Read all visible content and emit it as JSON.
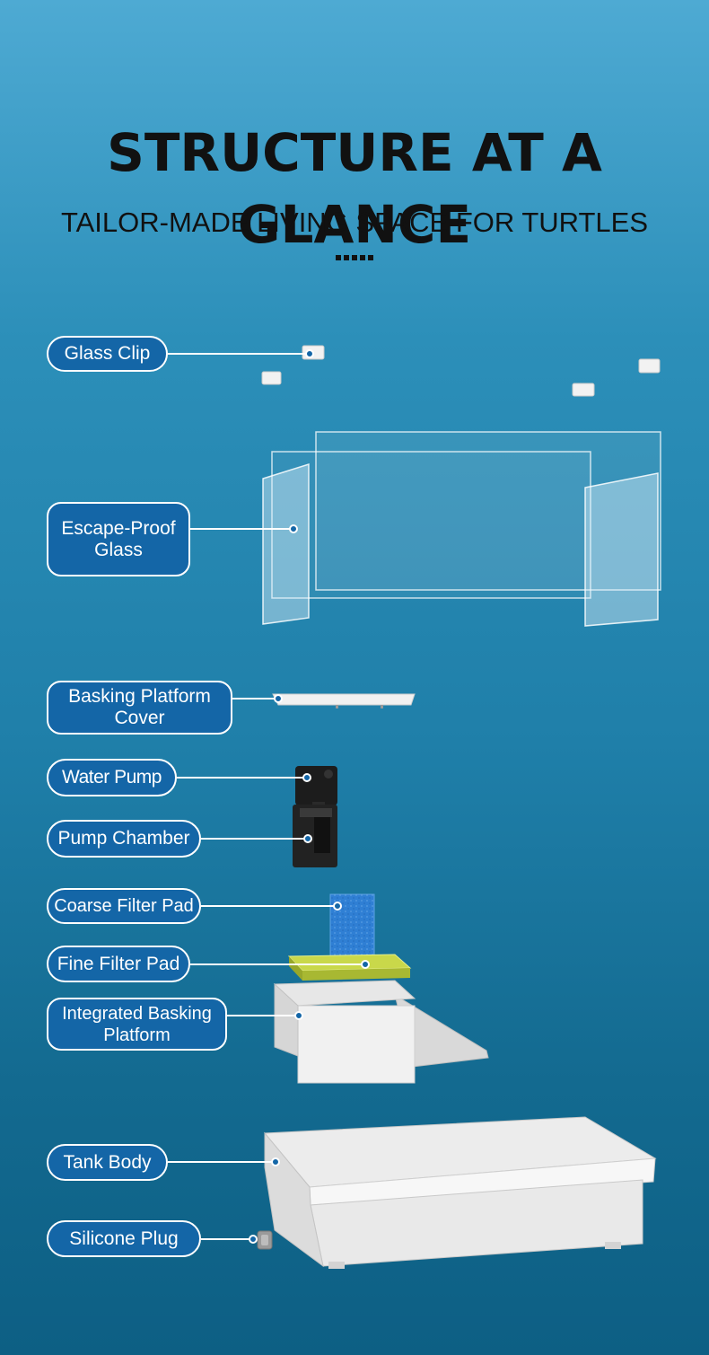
{
  "header": {
    "title": "STRUCTURE AT A GLANCE",
    "subtitle": "TAILOR-MADE LIVING SPACE FOR TURTLES"
  },
  "parts": [
    {
      "id": "glass-clip",
      "label": "Glass Clip"
    },
    {
      "id": "escape-proof-glass",
      "label": "Escape-Proof Glass"
    },
    {
      "id": "basking-platform-cover",
      "label": "Basking Platform Cover"
    },
    {
      "id": "water-pump",
      "label": "Water Pump"
    },
    {
      "id": "pump-chamber",
      "label": "Pump Chamber"
    },
    {
      "id": "coarse-filter-pad",
      "label": "Coarse Filter Pad"
    },
    {
      "id": "fine-filter-pad",
      "label": "Fine Filter Pad"
    },
    {
      "id": "integrated-basking-platform",
      "label": "Integrated Basking Platform"
    },
    {
      "id": "tank-body",
      "label": "Tank Body"
    },
    {
      "id": "silicone-plug",
      "label": "Silicone Plug"
    }
  ],
  "colors": {
    "label_fill": "#1466a7",
    "label_border": "#ffffff",
    "title_text": "#111111",
    "background_top": "#4eaad3",
    "background_bottom": "#0d5f84"
  }
}
